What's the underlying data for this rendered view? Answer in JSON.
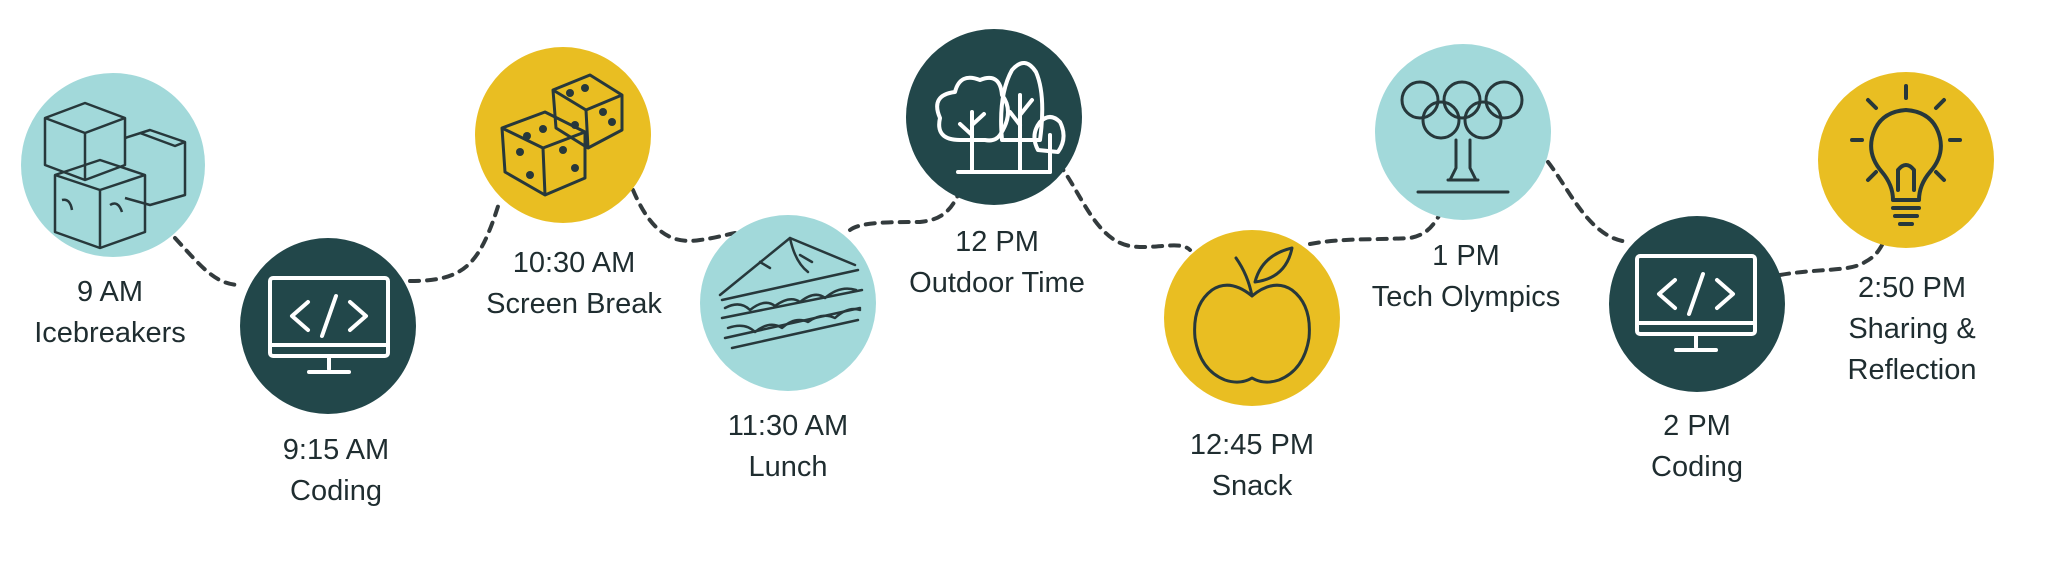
{
  "colors": {
    "teal_light": "#a2d9da",
    "dark_teal": "#22474a",
    "mustard": "#e9be22",
    "icon_stroke": "#27383b",
    "connector": "#333b3d",
    "text": "#1f2d30"
  },
  "schedule": [
    {
      "time": "9 AM",
      "activity": "Icebreakers",
      "icon": "ice-cubes-icon",
      "color": "teal_light"
    },
    {
      "time": "9:15 AM",
      "activity": "Coding",
      "icon": "monitor-code-icon",
      "color": "dark_teal"
    },
    {
      "time": "10:30 AM",
      "activity": "Screen Break",
      "icon": "dice-icon",
      "color": "mustard"
    },
    {
      "time": "11:30 AM",
      "activity": "Lunch",
      "icon": "sandwich-icon",
      "color": "teal_light"
    },
    {
      "time": "12 PM",
      "activity": "Outdoor Time",
      "icon": "trees-icon",
      "color": "dark_teal"
    },
    {
      "time": "12:45 PM",
      "activity": "Snack",
      "icon": "apple-icon",
      "color": "mustard"
    },
    {
      "time": "1 PM",
      "activity": "Tech Olympics",
      "icon": "olympic-rings-icon",
      "color": "teal_light"
    },
    {
      "time": "2 PM",
      "activity": "Coding",
      "icon": "monitor-code-icon",
      "color": "dark_teal"
    },
    {
      "time": "2:50 PM",
      "activity": "Sharing &",
      "activity_line2": "Reflection",
      "icon": "lightbulb-icon",
      "color": "mustard"
    }
  ]
}
